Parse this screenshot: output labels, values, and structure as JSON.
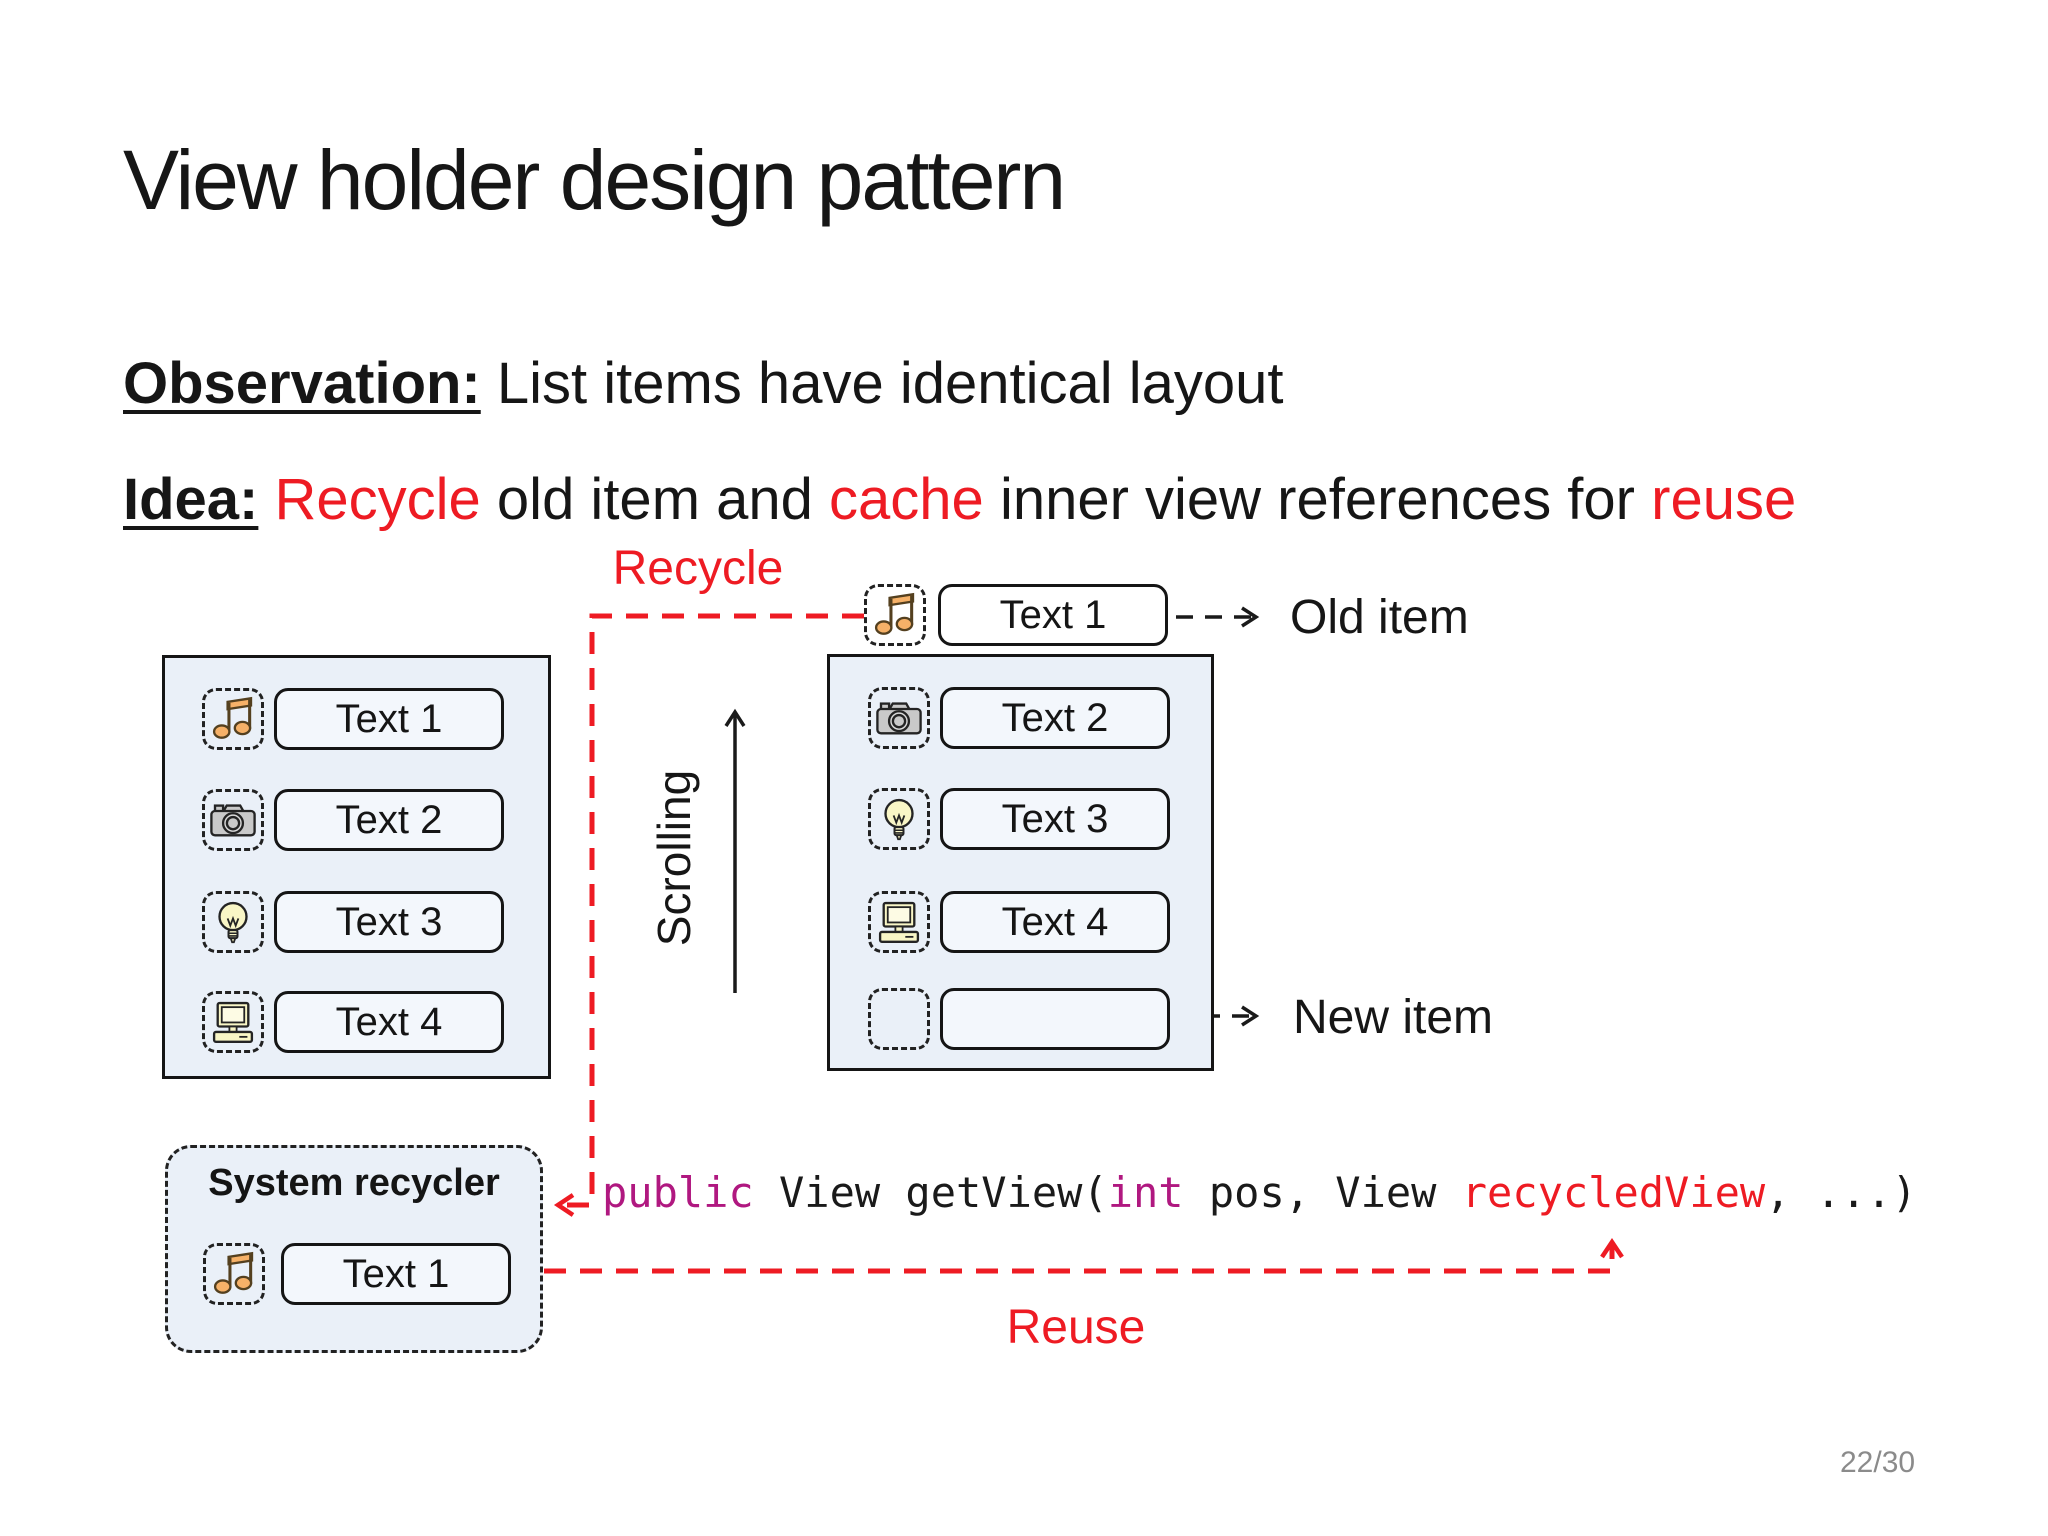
{
  "slide": {
    "title": "View holder design pattern",
    "page_number": "22/30"
  },
  "observation": {
    "label": "Observation:",
    "text": "List items have identical layout"
  },
  "idea": {
    "label": "Idea:",
    "seg_recycle": "Recycle",
    "seg_mid1": "old item and",
    "seg_cache": "cache",
    "seg_mid2": "inner view references for",
    "seg_reuse": "reuse"
  },
  "diagram": {
    "labels": {
      "recycle": "Recycle",
      "reuse": "Reuse",
      "scrolling": "Scrolling",
      "old_item": "Old item",
      "new_item": "New item"
    },
    "left_list": {
      "items": [
        {
          "icon": "music-note-icon",
          "label": "Text 1"
        },
        {
          "icon": "camera-icon",
          "label": "Text 2"
        },
        {
          "icon": "light-bulb-icon",
          "label": "Text 3"
        },
        {
          "icon": "computer-icon",
          "label": "Text 4"
        }
      ]
    },
    "right_list": {
      "items": [
        {
          "icon": "camera-icon",
          "label": "Text 2"
        },
        {
          "icon": "light-bulb-icon",
          "label": "Text 3"
        },
        {
          "icon": "computer-icon",
          "label": "Text 4"
        }
      ],
      "empty_item_label": ""
    },
    "floating_item": {
      "icon": "music-note-icon",
      "label": "Text 1"
    },
    "system_recycler": {
      "title": "System recycler",
      "item": {
        "icon": "music-note-icon",
        "label": "Text 1"
      }
    }
  },
  "code": {
    "tokens": [
      {
        "text": "public",
        "style": "keyword"
      },
      {
        "text": " View getView(",
        "style": "plain"
      },
      {
        "text": "int",
        "style": "keyword"
      },
      {
        "text": " pos, View ",
        "style": "plain"
      },
      {
        "text": "recycledView",
        "style": "highlight"
      },
      {
        "text": ", ...)",
        "style": "plain"
      }
    ]
  },
  "colors": {
    "accent_red": "#ee1b23",
    "keyword_purple": "#b01880",
    "panel_bg": "#eaf0f8",
    "item_box_bg": "#f3f7fc",
    "page_number_gray": "#8b8b8b",
    "icon_orange": "#f6b168",
    "icon_outline_brown": "#54401f",
    "icon_gray": "#c9c9c9",
    "icon_yellow": "#f9f6c6"
  }
}
